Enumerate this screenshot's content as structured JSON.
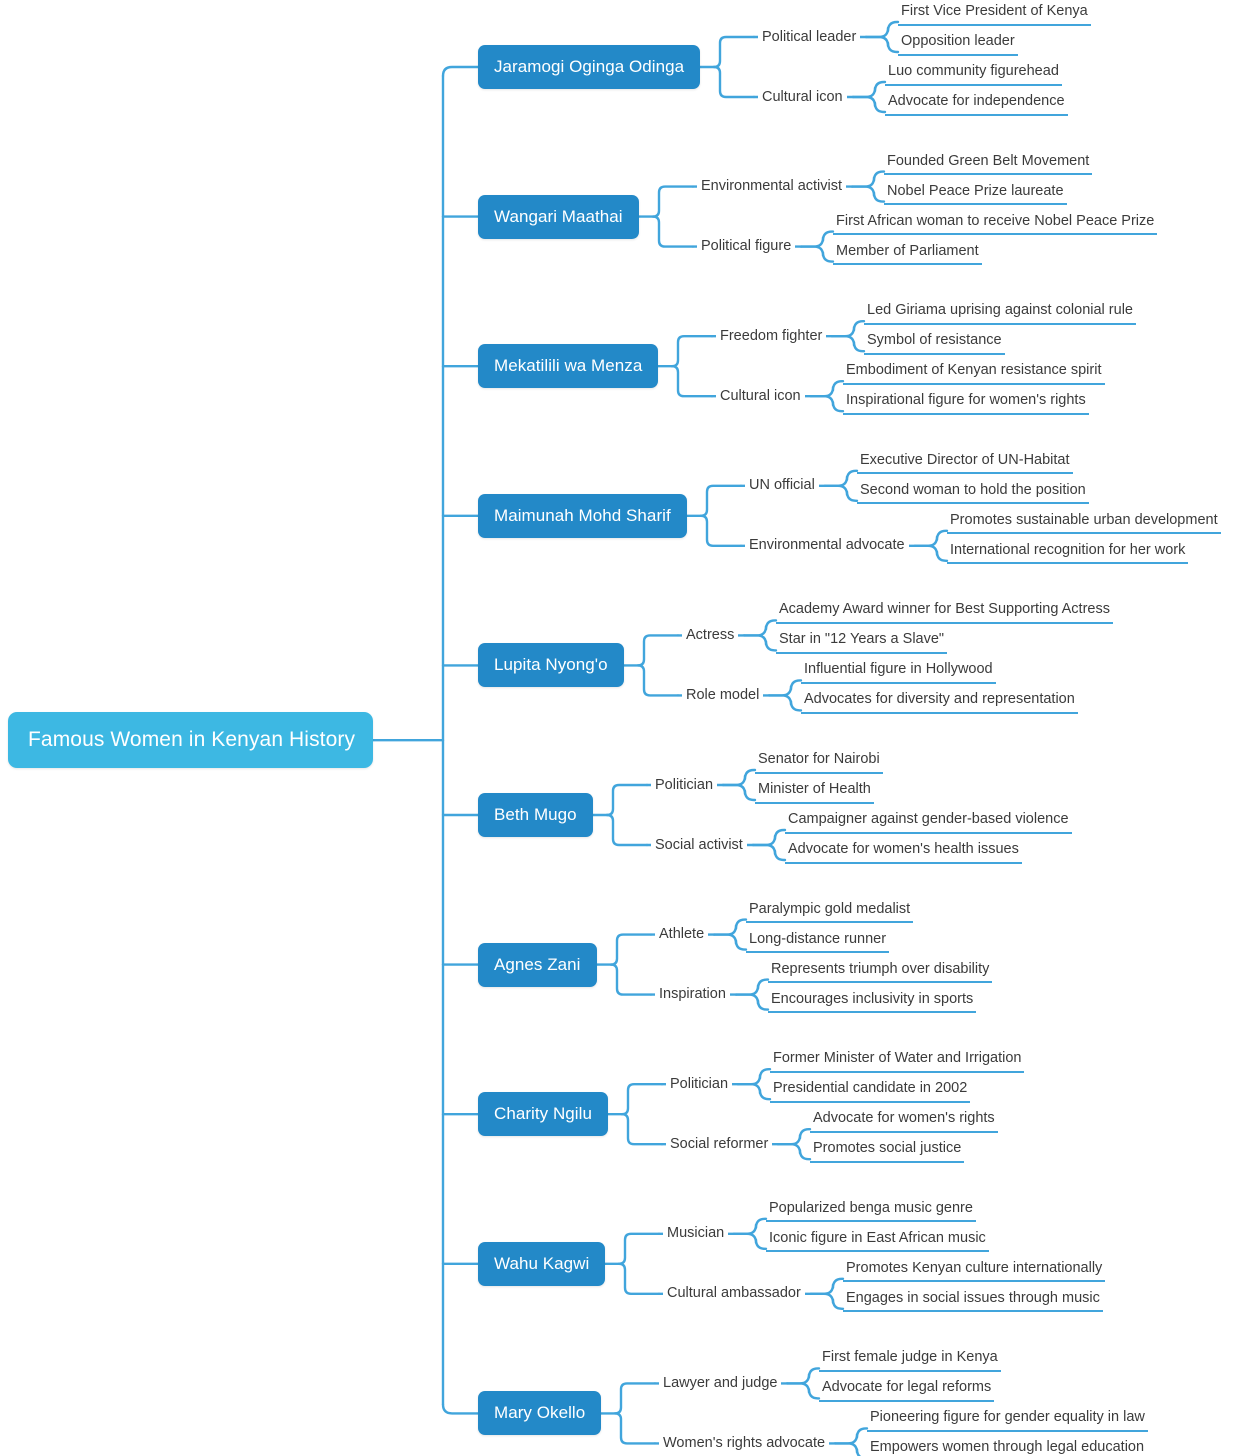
{
  "colors": {
    "root_fill": "#3DB8E3",
    "branch_fill": "#2389C8",
    "connector": "#41A5DC",
    "text_dark": "#3b3b3b",
    "text_light": "#ffffff",
    "background": "#ffffff"
  },
  "diagram": {
    "type": "mind-map",
    "orientation": "left-to-right",
    "root": "Famous Women in Kenyan History",
    "branch_count": 10
  },
  "root": {
    "label": "Famous Women in Kenyan History"
  },
  "branches": [
    {
      "label": "Jaramogi Oginga Odinga",
      "categories": [
        {
          "label": "Political leader",
          "leaves": [
            "First Vice President of Kenya",
            "Opposition leader"
          ]
        },
        {
          "label": "Cultural icon",
          "leaves": [
            "Luo community figurehead",
            "Advocate for independence"
          ]
        }
      ]
    },
    {
      "label": "Wangari Maathai",
      "categories": [
        {
          "label": "Environmental activist",
          "leaves": [
            "Founded Green Belt Movement",
            "Nobel Peace Prize laureate"
          ]
        },
        {
          "label": "Political figure",
          "leaves": [
            "First African woman to receive Nobel Peace Prize",
            "Member of Parliament"
          ]
        }
      ]
    },
    {
      "label": "Mekatilili wa Menza",
      "categories": [
        {
          "label": "Freedom fighter",
          "leaves": [
            "Led Giriama uprising against colonial rule",
            "Symbol of resistance"
          ]
        },
        {
          "label": "Cultural icon",
          "leaves": [
            "Embodiment of Kenyan resistance spirit",
            "Inspirational figure for women's rights"
          ]
        }
      ]
    },
    {
      "label": "Maimunah Mohd Sharif",
      "categories": [
        {
          "label": "UN official",
          "leaves": [
            "Executive Director of UN-Habitat",
            "Second woman to hold the position"
          ]
        },
        {
          "label": "Environmental advocate",
          "leaves": [
            "Promotes sustainable urban development",
            "International recognition for her work"
          ]
        }
      ]
    },
    {
      "label": "Lupita Nyong'o",
      "categories": [
        {
          "label": "Actress",
          "leaves": [
            "Academy Award winner for Best Supporting Actress",
            "Star in \"12 Years a Slave\""
          ]
        },
        {
          "label": "Role model",
          "leaves": [
            "Influential figure in Hollywood",
            "Advocates for diversity and representation"
          ]
        }
      ]
    },
    {
      "label": "Beth Mugo",
      "categories": [
        {
          "label": "Politician",
          "leaves": [
            "Senator for Nairobi",
            "Minister of Health"
          ]
        },
        {
          "label": "Social activist",
          "leaves": [
            "Campaigner against gender-based violence",
            "Advocate for women's health issues"
          ]
        }
      ]
    },
    {
      "label": "Agnes Zani",
      "categories": [
        {
          "label": "Athlete",
          "leaves": [
            "Paralympic gold medalist",
            "Long-distance runner"
          ]
        },
        {
          "label": "Inspiration",
          "leaves": [
            "Represents triumph over disability",
            "Encourages inclusivity in sports"
          ]
        }
      ]
    },
    {
      "label": "Charity Ngilu",
      "categories": [
        {
          "label": "Politician",
          "leaves": [
            "Former Minister of Water and Irrigation",
            "Presidential candidate in 2002"
          ]
        },
        {
          "label": "Social reformer",
          "leaves": [
            "Advocate for women's rights",
            "Promotes social justice"
          ]
        }
      ]
    },
    {
      "label": "Wahu Kagwi",
      "categories": [
        {
          "label": "Musician",
          "leaves": [
            "Popularized benga music genre",
            "Iconic figure in East African music"
          ]
        },
        {
          "label": "Cultural ambassador",
          "leaves": [
            "Promotes Kenyan culture internationally",
            "Engages in social issues through music"
          ]
        }
      ]
    },
    {
      "label": "Mary Okello",
      "categories": [
        {
          "label": "Lawyer and judge",
          "leaves": [
            "First female judge in Kenya",
            "Advocate for legal reforms"
          ]
        },
        {
          "label": "Women's rights advocate",
          "leaves": [
            "Pioneering figure for gender equality in law",
            "Empowers women through legal education"
          ]
        }
      ]
    }
  ]
}
